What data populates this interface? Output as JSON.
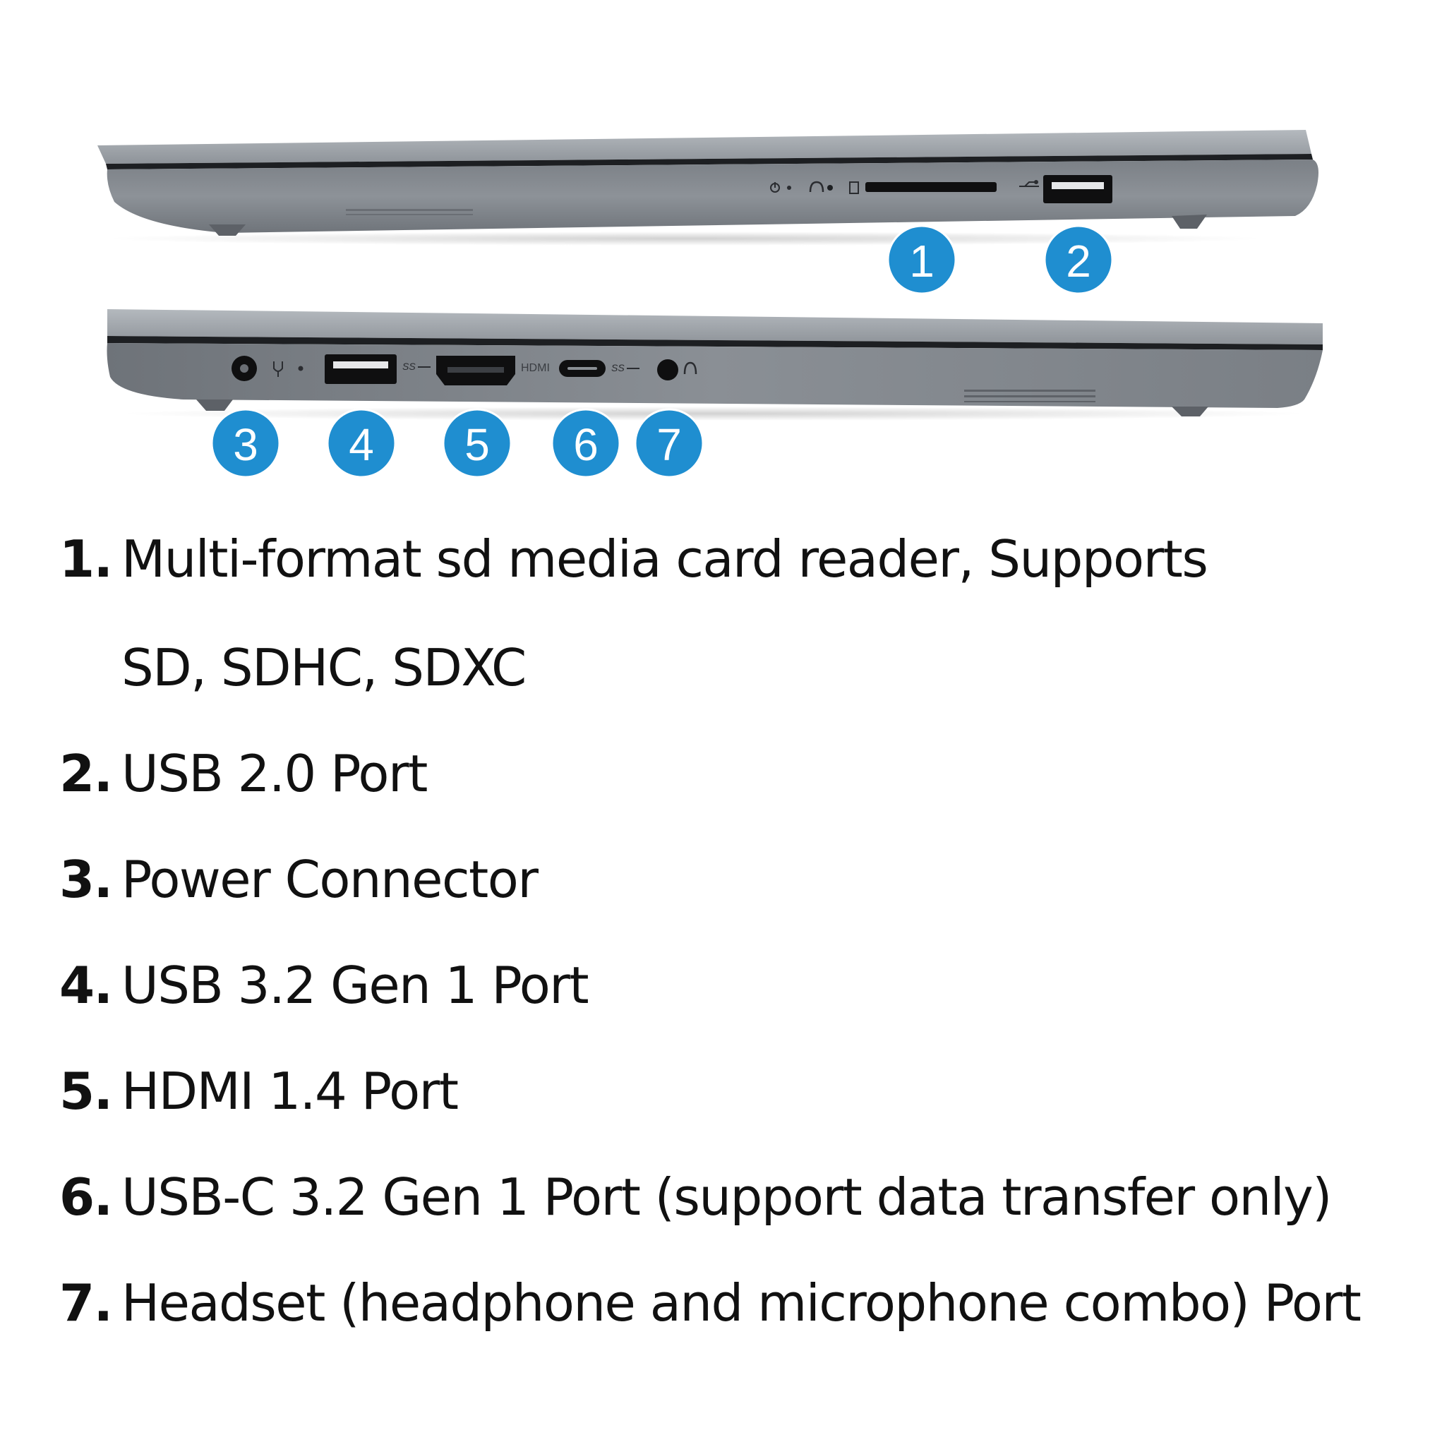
{
  "top_view": {
    "badges": [
      "1",
      "2"
    ]
  },
  "bottom_view": {
    "badges": [
      "3",
      "4",
      "5",
      "6",
      "7"
    ],
    "hdmi_label": "HDMI"
  },
  "colors": {
    "badge_fill": "#1f8ed0",
    "badge_stroke": "#ffffff",
    "body_dark": "#5a5e64",
    "body_light": "#9aa0a6",
    "port": "#0f0f10"
  },
  "ports": [
    {
      "num": "1.",
      "lines": [
        "Multi-format sd media card reader, Supports",
        "SD, SDHC, SDXC"
      ]
    },
    {
      "num": "2.",
      "lines": [
        "USB 2.0 Port"
      ]
    },
    {
      "num": "3.",
      "lines": [
        "Power Connector"
      ]
    },
    {
      "num": "4.",
      "lines": [
        "USB 3.2 Gen 1 Port"
      ]
    },
    {
      "num": "5.",
      "lines": [
        "HDMI 1.4 Port"
      ]
    },
    {
      "num": "6.",
      "lines": [
        "USB-C 3.2 Gen 1 Port (support data transfer only)"
      ]
    },
    {
      "num": "7.",
      "lines": [
        "Headset (headphone and microphone combo) Port"
      ]
    }
  ]
}
